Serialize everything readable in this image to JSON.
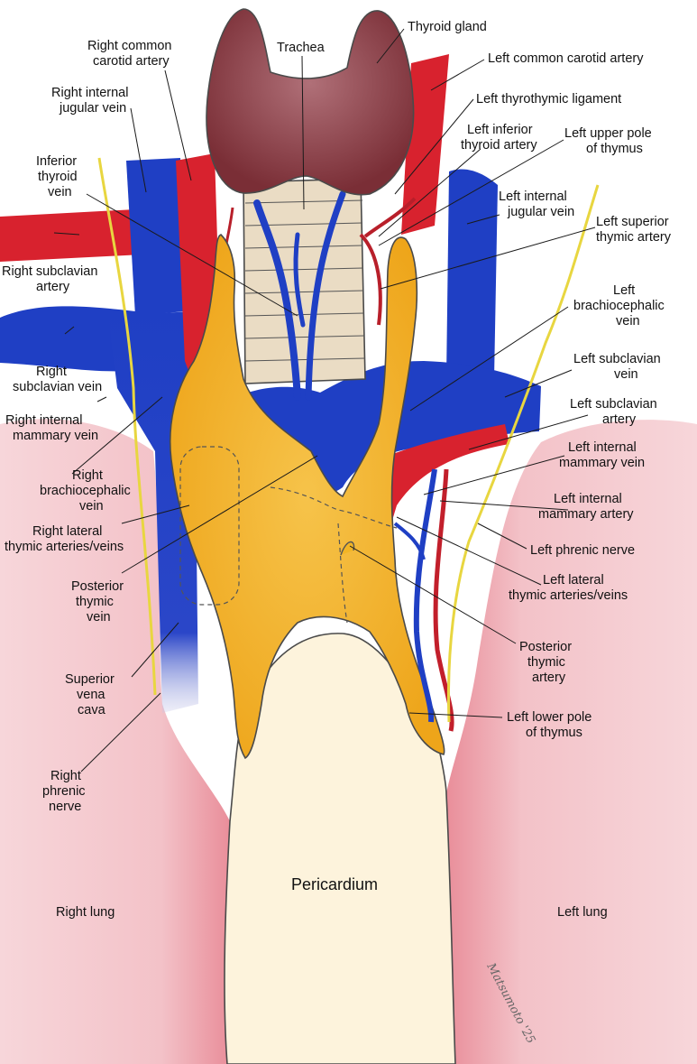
{
  "labels": {
    "thyroid_gland": "Thyroid gland",
    "trachea": "Trachea",
    "right_common_carotid_artery": [
      "Right common",
      "carotid artery"
    ],
    "left_common_carotid_artery": "Left common carotid artery",
    "left_thyrothymic_ligament": "Left thyrothymic ligament",
    "right_internal_jugular_vein": [
      "Right internal",
      "jugular vein"
    ],
    "left_inferior_thyroid_artery": [
      "Left inferior",
      "thyroid artery"
    ],
    "left_upper_pole_of_thymus": [
      "Left upper pole",
      "of thymus"
    ],
    "inferior_thyroid_vein": [
      "Inferior",
      "thyroid",
      "vein"
    ],
    "left_internal_jugular_vein": [
      "Left internal",
      "jugular vein"
    ],
    "left_superior_thymic_artery": [
      "Left superior",
      "thymic artery"
    ],
    "right_subclavian_artery": [
      "Right subclavian",
      "artery"
    ],
    "left_brachiocephalic_vein": [
      "Left",
      "brachiocephalic",
      "vein"
    ],
    "right_subclavian_vein": [
      "Right",
      "subclavian vein"
    ],
    "left_subclavian_vein": [
      "Left subclavian",
      "vein"
    ],
    "right_internal_mammary_vein": [
      "Right internal",
      "mammary vein"
    ],
    "left_subclavian_artery": [
      "Left subclavian",
      "artery"
    ],
    "right_brachiocephalic_vein": [
      "Right",
      "brachiocephalic",
      "vein"
    ],
    "left_internal_mammary_vein": [
      "Left internal",
      "mammary vein"
    ],
    "left_internal_mammary_artery": [
      "Left internal",
      "mammary artery"
    ],
    "right_lateral_thymic_arteries_veins": [
      "Right lateral",
      "thymic arteries/veins"
    ],
    "left_phrenic_nerve": "Left phrenic nerve",
    "left_lateral_thymic_arteries_veins": [
      "Left lateral",
      "thymic arteries/veins"
    ],
    "posterior_thymic_vein": [
      "Posterior",
      "thymic",
      "vein"
    ],
    "posterior_thymic_artery": [
      "Posterior",
      "thymic",
      "artery"
    ],
    "superior_vena_cava": [
      "Superior",
      "vena",
      "cava"
    ],
    "left_lower_pole_of_thymus": [
      "Left lower pole",
      "of thymus"
    ],
    "right_phrenic_nerve": [
      "Right",
      "phrenic",
      "nerve"
    ],
    "pericardium": "Pericardium",
    "right_lung": "Right lung",
    "left_lung": "Left lung"
  },
  "signature": "Matsumoto '25",
  "colors": {
    "vein": "#1f3fc4",
    "artery": "#d8222e",
    "thymus": "#f2b526",
    "thyroid": "#8a3a42",
    "trachea": "#eadcc4",
    "lung": "#f4c4cc",
    "pericardium": "#fdf3dc",
    "nerve": "#e8d640"
  }
}
